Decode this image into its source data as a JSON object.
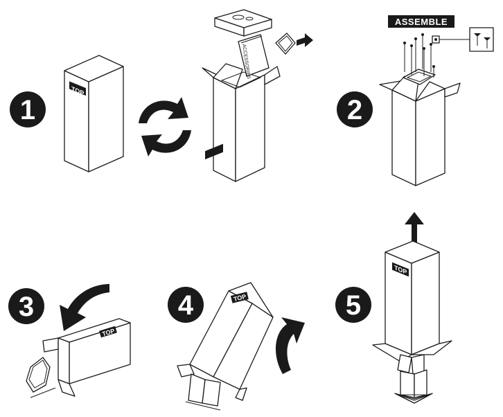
{
  "steps": [
    {
      "number": "1"
    },
    {
      "number": "2"
    },
    {
      "number": "3"
    },
    {
      "number": "4"
    },
    {
      "number": "5"
    }
  ],
  "labels": {
    "top": "TOP",
    "accessories": "ACCESSORIES",
    "assemble": "ASSEMBLE"
  },
  "icons": {
    "rotate": "rotate-arrows-icon",
    "arrow_right": "arrow-right-icon",
    "arrow_up": "arrow-up-icon",
    "arrow_curve_down": "curved-arrow-down-icon",
    "arrow_curve_up": "curved-arrow-up-icon",
    "screw": "screw-icon"
  },
  "colors": {
    "ink": "#1a1a1a",
    "paper": "#ffffff"
  }
}
